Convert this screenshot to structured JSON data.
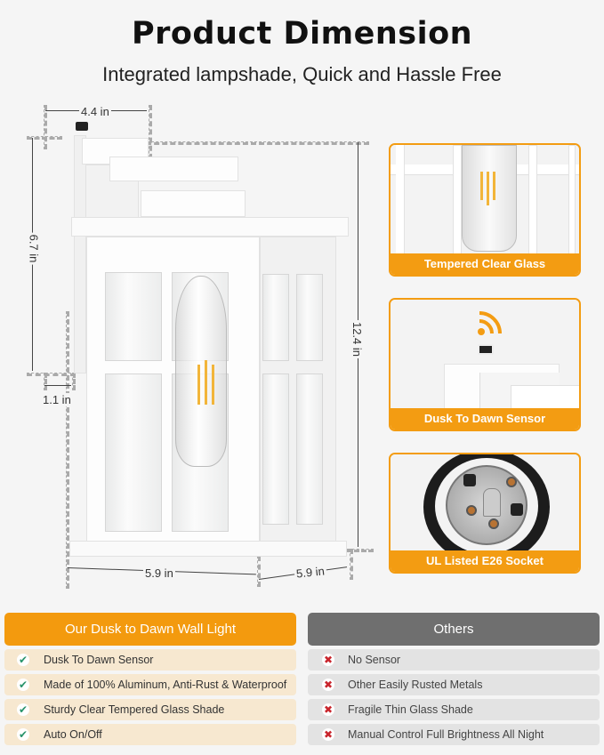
{
  "header": {
    "title": "Product Dimension",
    "subtitle": "Integrated lampshade, Quick and Hassle Free"
  },
  "dimensions": {
    "top_width": "4.4 in",
    "back_height": "6.7 in",
    "back_depth": "1.1 in",
    "total_height": "12.4 in",
    "base_width": "5.9 in",
    "base_depth": "5.9 in"
  },
  "feature_cards": [
    {
      "icon": "glass-closeup-image",
      "caption": "Tempered Clear Glass"
    },
    {
      "icon": "wifi-signal-icon",
      "caption": "Dusk To Dawn Sensor"
    },
    {
      "icon": "socket-image",
      "caption": "UL Listed E26 Socket"
    }
  ],
  "comparison": {
    "ours": {
      "header": "Our Dusk to Dawn Wall Light",
      "icon": "check-icon",
      "items": [
        "Dusk To Dawn Sensor",
        "Made of 100% Aluminum, Anti-Rust & Waterproof",
        "Sturdy Clear Tempered Glass Shade",
        "Auto On/Off"
      ]
    },
    "others": {
      "header": "Others",
      "icon": "cross-icon",
      "items": [
        "No Sensor",
        "Other Easily Rusted Metals",
        "Fragile Thin Glass Shade",
        "Manual Control Full Brightness All Night"
      ]
    }
  },
  "colors": {
    "accent": "#f39c12",
    "others_header": "#6f6f6f",
    "check": "#27936b",
    "cross": "#c9252c",
    "background": "#f5f5f5"
  }
}
